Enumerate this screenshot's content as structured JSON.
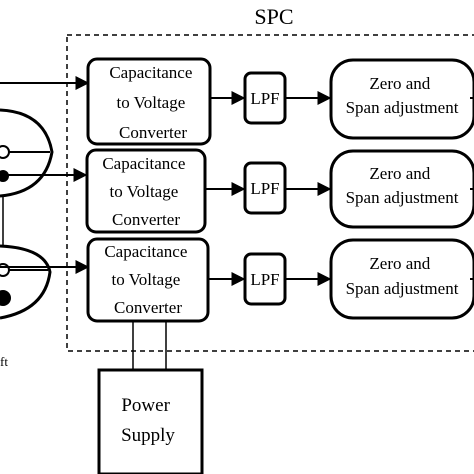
{
  "diagram": {
    "group_title": "SPC",
    "channels": [
      {
        "converter": [
          "Capacitance",
          "to Voltage",
          "Converter"
        ],
        "filter": "LPF",
        "adjust": [
          "Zero and",
          "Span adjustment"
        ]
      },
      {
        "converter": [
          "Capacitance",
          "to Voltage",
          "Converter"
        ],
        "filter": "LPF",
        "adjust": [
          "Zero and",
          "Span adjustment"
        ]
      },
      {
        "converter": [
          "Capacitance",
          "to Voltage",
          "Converter"
        ],
        "filter": "LPF",
        "adjust": [
          "Zero and",
          "Span adjustment"
        ]
      }
    ],
    "power_supply": [
      "Power",
      "Supply"
    ],
    "side_fragment": "ft"
  }
}
